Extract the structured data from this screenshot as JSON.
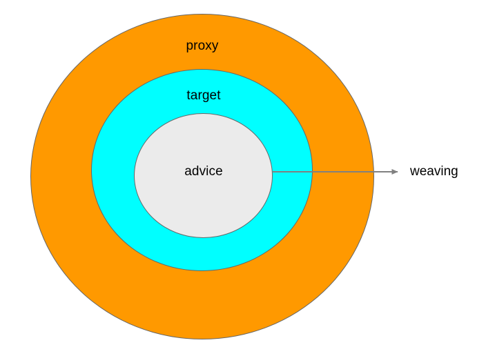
{
  "diagram": {
    "title": "AOP proxy / target / advice weaving diagram",
    "background_color": "#FFFFFF",
    "stroke_color": "#666666",
    "arrow_color": "#808080",
    "text_color": "#000000",
    "rings": [
      {
        "id": "proxy",
        "label": "proxy",
        "fill_color": "#FF9900",
        "level": 0
      },
      {
        "id": "target",
        "label": "target",
        "fill_color": "#00FFFF",
        "level": 1
      },
      {
        "id": "advice",
        "label": "advice",
        "fill_color": "#EBEBEB",
        "level": 2
      }
    ],
    "annotation": {
      "label": "weaving",
      "from": "advice",
      "direction": "right"
    }
  }
}
